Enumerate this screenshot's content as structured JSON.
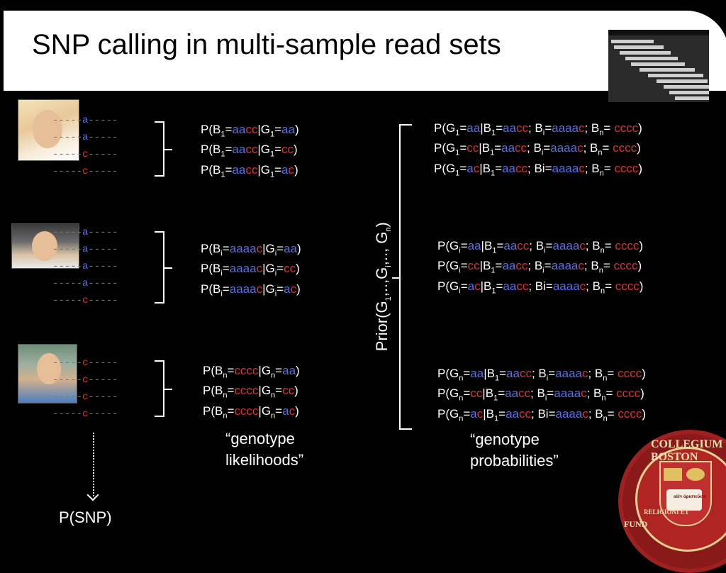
{
  "title": "SNP calling in multi-sample read sets",
  "colors": {
    "blue": "#5a6fe6",
    "red": "#e03030",
    "background": "#000000",
    "title_bg": "#ffffff"
  },
  "sample1_reads": [
    [
      "-----",
      "a",
      "-----"
    ],
    [
      "-----",
      "a",
      "-----"
    ],
    [
      "-----",
      "c",
      "-----"
    ],
    [
      "-----",
      "c",
      "-----"
    ]
  ],
  "samplei_reads": [
    [
      "-----",
      "a",
      "-----"
    ],
    [
      "-----",
      "a",
      "-----"
    ],
    [
      "-----",
      "a",
      "-----"
    ],
    [
      "-----",
      "a",
      "-----"
    ],
    [
      "-----",
      "c",
      "-----"
    ]
  ],
  "samplen_reads": [
    [
      "-----",
      "c",
      "-----"
    ],
    [
      "-----",
      "c",
      "-----"
    ],
    [
      "-----",
      "c",
      "-----"
    ],
    [
      "-----",
      "c",
      "-----"
    ]
  ],
  "likelihood_label": [
    "“genotype",
    "likelihoods”"
  ],
  "probability_label": [
    "“genotype",
    "probabilities”"
  ],
  "prior_label": "Prior(G1,..,Gi,.., Gn)",
  "psnp_label": "P(SNP)",
  "seal_text": [
    "COLLEGIUM BOSTON",
    "FUND",
    "RELIGIONI ET",
    "αἰὲν ἀριστεύειν"
  ]
}
